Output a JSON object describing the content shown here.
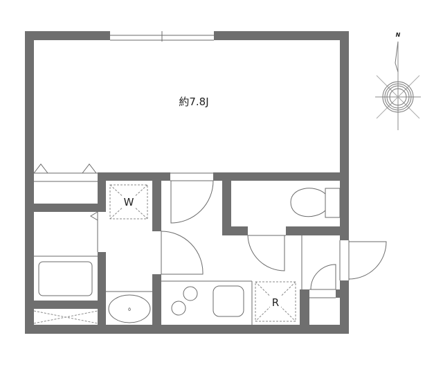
{
  "floorplan": {
    "main_room_label": "約7.8J",
    "washer_label": "W",
    "fridge_label": "R",
    "compass_label": "N",
    "basin_mark": "0"
  },
  "colors": {
    "wall": "#6f6f6f",
    "line": "#6a6a6a",
    "background": "#ffffff"
  }
}
